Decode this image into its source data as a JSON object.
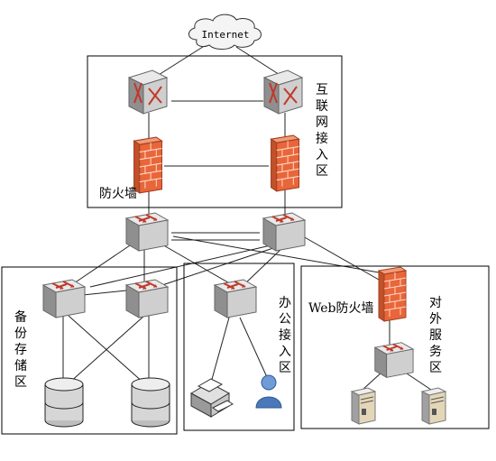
{
  "cloud": {
    "label": "Internet"
  },
  "zones": {
    "internet_access": {
      "label": "互联网接入区"
    },
    "backup_storage": {
      "label": "备份存储区"
    },
    "office_access": {
      "label": "办公接入区"
    },
    "public_service": {
      "label": "对外服务区"
    }
  },
  "firewall_labels": {
    "border": "防火墙",
    "web": "Web防火墙"
  },
  "colors": {
    "line": "#222222",
    "router_arrow": "#c0392b",
    "firewall_brick": "#e8663a",
    "device_top": "#e6e6e6",
    "device_side": "#9a9a9a",
    "user_blue": "#4a78b8"
  }
}
